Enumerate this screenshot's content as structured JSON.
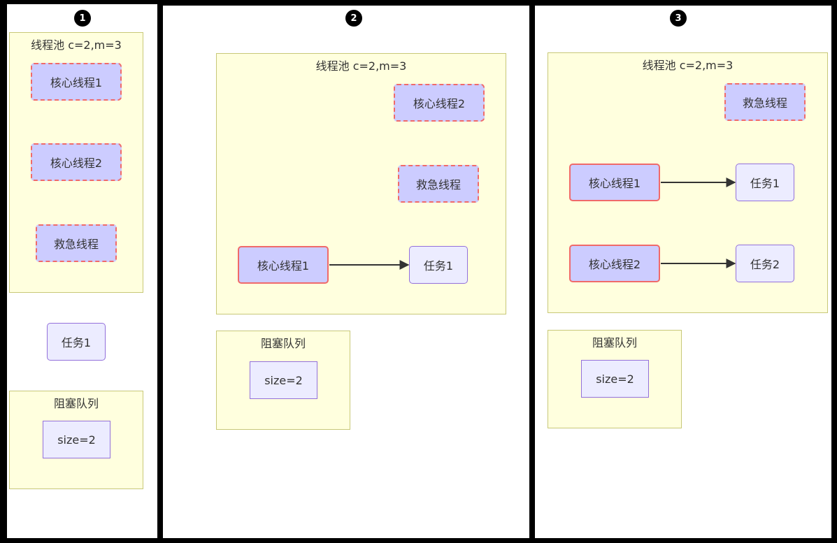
{
  "colors": {
    "background": "#000000",
    "panel": "#ffffff",
    "group_fill": "#ffffde",
    "group_border": "#c8c878",
    "thread_fill": "#ccccff",
    "thread_border": "#f06a6a",
    "task_fill": "#ececff",
    "task_border": "#9370db",
    "arrow": "#333333"
  },
  "panels": [
    {
      "badge": "1",
      "pool_label": "线程池 c=2,m=3",
      "threads": [
        {
          "label": "核心线程1",
          "state": "idle"
        },
        {
          "label": "核心线程2",
          "state": "idle"
        },
        {
          "label": "救急线程",
          "state": "idle"
        }
      ],
      "waiting_task": "任务1",
      "queue_label": "阻塞队列",
      "queue_size": "size=2"
    },
    {
      "badge": "2",
      "pool_label": "线程池 c=2,m=3",
      "threads": [
        {
          "label": "核心线程2",
          "state": "idle"
        },
        {
          "label": "救急线程",
          "state": "idle"
        },
        {
          "label": "核心线程1",
          "state": "busy",
          "task": "任务1"
        }
      ],
      "queue_label": "阻塞队列",
      "queue_size": "size=2"
    },
    {
      "badge": "3",
      "pool_label": "线程池 c=2,m=3",
      "threads": [
        {
          "label": "救急线程",
          "state": "idle"
        },
        {
          "label": "核心线程1",
          "state": "busy",
          "task": "任务1"
        },
        {
          "label": "核心线程2",
          "state": "busy",
          "task": "任务2"
        }
      ],
      "queue_label": "阻塞队列",
      "queue_size": "size=2"
    }
  ]
}
